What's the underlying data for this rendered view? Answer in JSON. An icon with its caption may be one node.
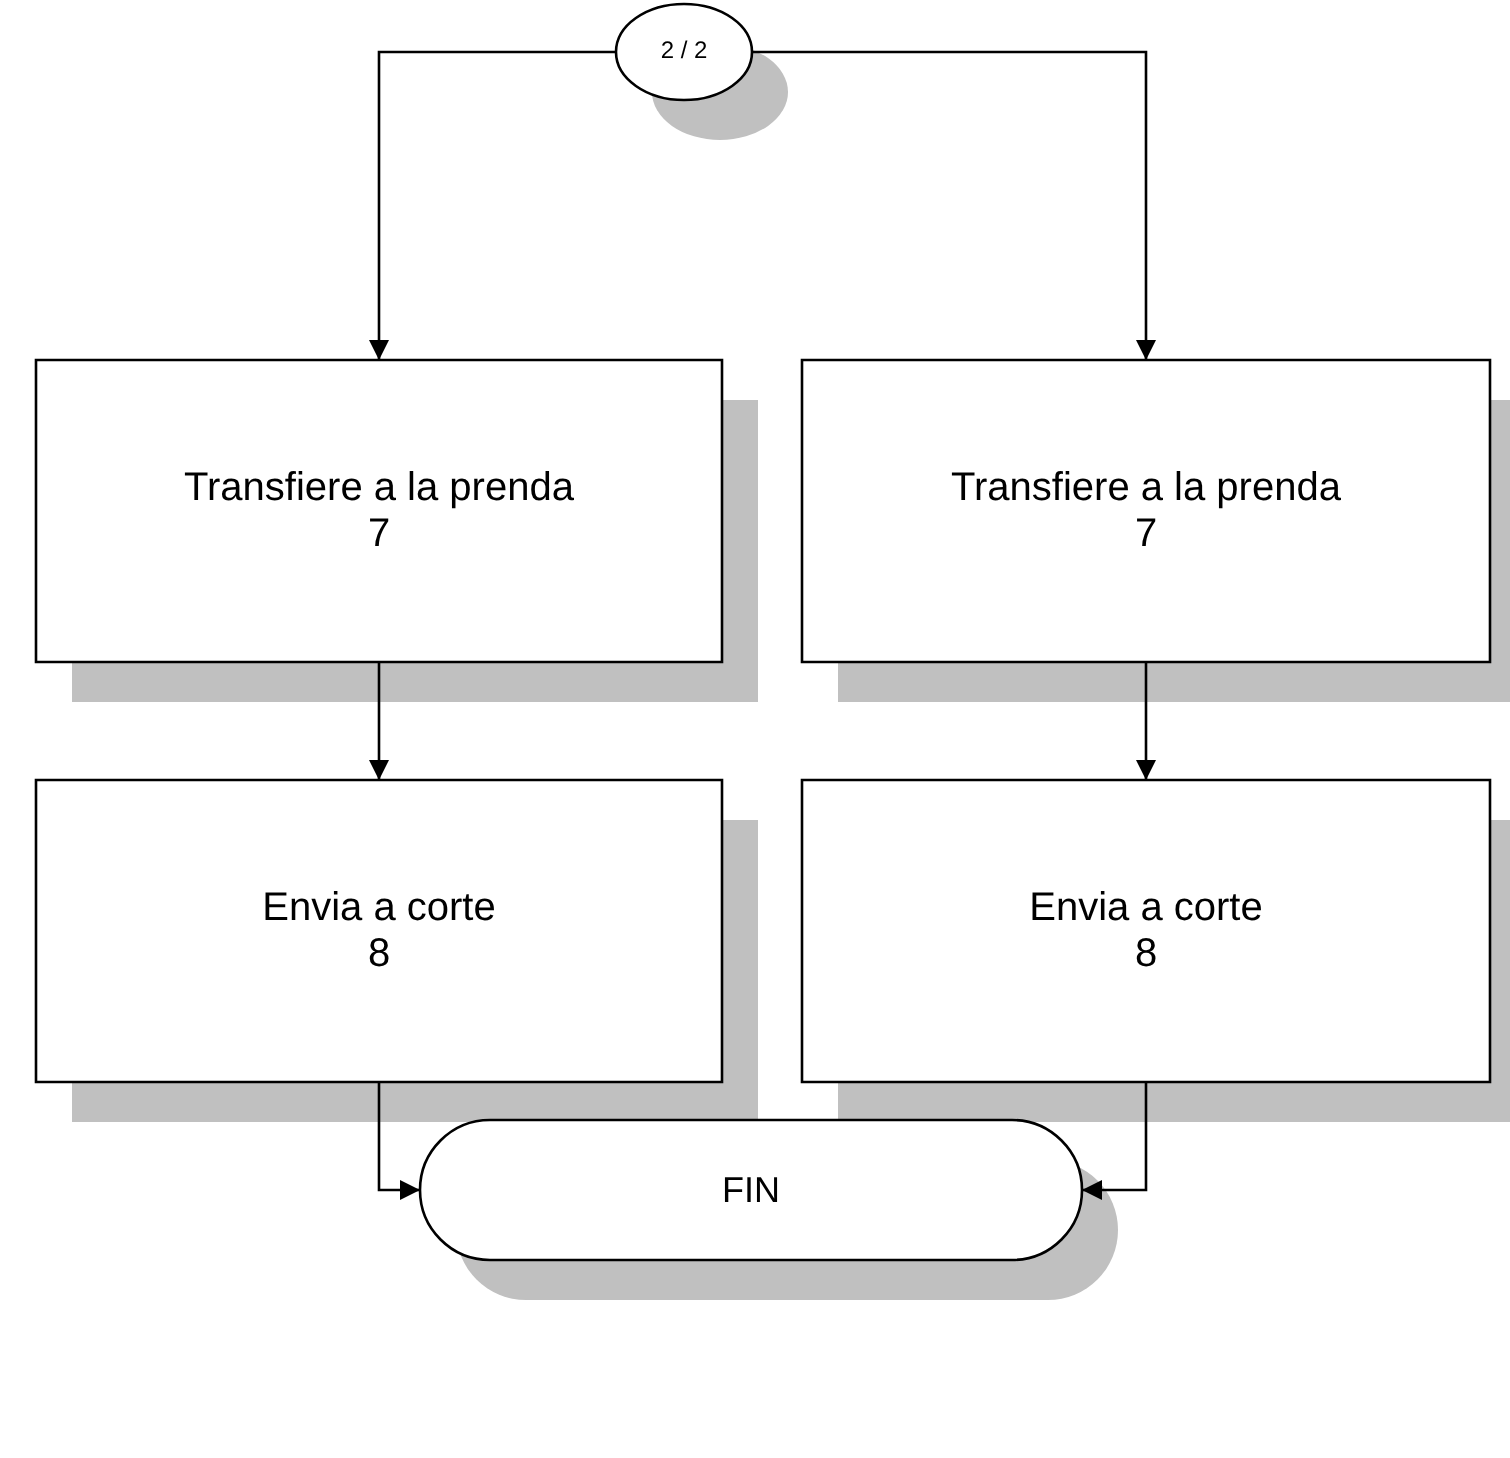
{
  "diagram": {
    "nodes": [
      {
        "text": [
          "2 / 2"
        ]
      },
      {
        "text": [
          "Transfiere a la prenda",
          "7"
        ]
      },
      {
        "text": [
          "Transfiere a la prenda",
          "7"
        ]
      },
      {
        "text": [
          "Envia a corte",
          "8"
        ]
      },
      {
        "text": [
          "Envia a corte",
          "8"
        ]
      },
      {
        "text": [
          "FIN"
        ]
      }
    ],
    "edges": [
      {
        "from": 0,
        "to": 1,
        "arrow": "to"
      },
      {
        "from": 0,
        "to": 2,
        "arrow": "to"
      },
      {
        "from": 1,
        "to": 3,
        "arrow": "to"
      },
      {
        "from": 2,
        "to": 4,
        "arrow": "to"
      },
      {
        "from": 3,
        "to": 5,
        "arrow": "to"
      },
      {
        "from": 4,
        "to": 5,
        "arrow": "to"
      }
    ]
  }
}
